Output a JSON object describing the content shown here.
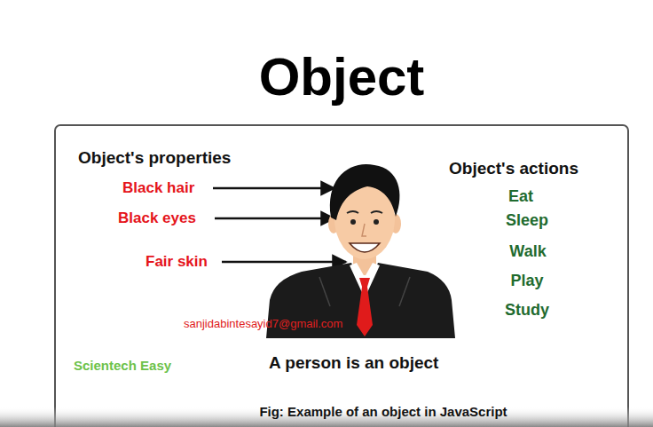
{
  "diagram": {
    "title": "Object",
    "caption": "Fig: Example of an object in JavaScript",
    "labels": [
      "Object's properties",
      "Black hair",
      "Black eyes",
      "Fair skin",
      "Object's actions",
      "Eat",
      "Sleep",
      "Walk",
      "Play",
      "Study",
      "sanjidabintesayid7@gmail.com",
      "Scientech Easy",
      "A person is an object"
    ]
  }
}
